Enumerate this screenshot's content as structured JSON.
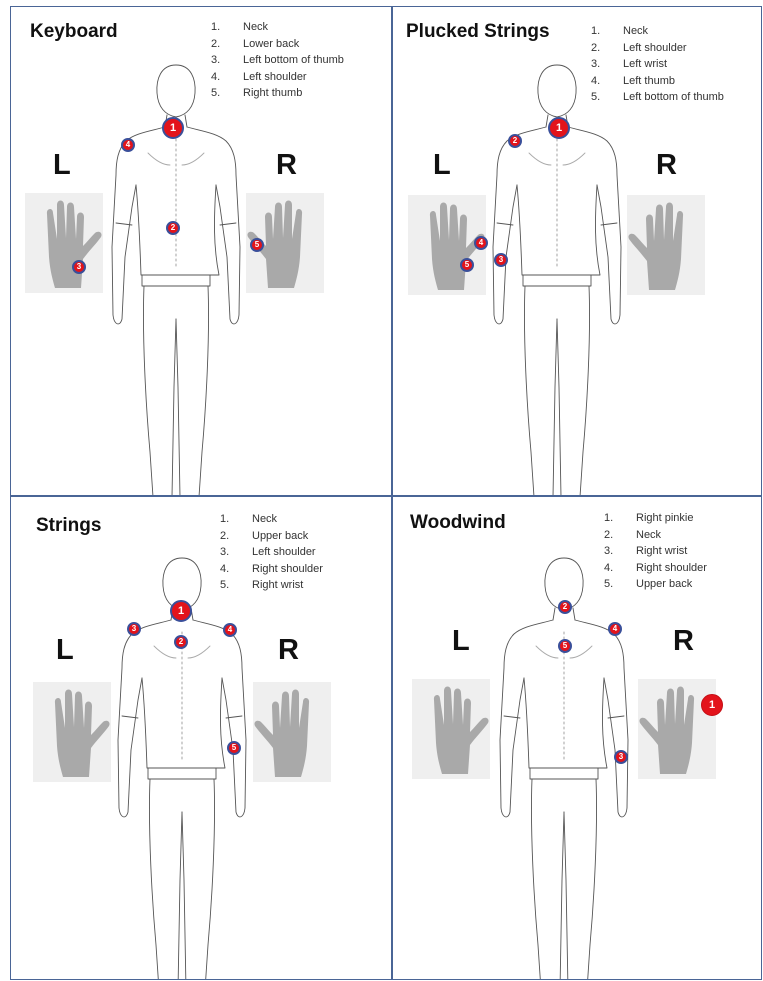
{
  "panels": [
    {
      "title": "Keyboard",
      "side_left": "L",
      "side_right": "R",
      "items": [
        {
          "num": "1.",
          "text": "Neck"
        },
        {
          "num": "2.",
          "text": "Lower back"
        },
        {
          "num": "3.",
          "text": "Left bottom of thumb"
        },
        {
          "num": "4.",
          "text": "Left shoulder"
        },
        {
          "num": "5.",
          "text": "Right thumb"
        }
      ],
      "markers": [
        "1",
        "2",
        "3",
        "4",
        "5"
      ]
    },
    {
      "title": "Plucked Strings",
      "side_left": "L",
      "side_right": "R",
      "items": [
        {
          "num": "1.",
          "text": "Neck"
        },
        {
          "num": "2.",
          "text": "Left shoulder"
        },
        {
          "num": "3.",
          "text": "Left wrist"
        },
        {
          "num": "4.",
          "text": "Left thumb"
        },
        {
          "num": "5.",
          "text": "Left bottom of thumb"
        }
      ],
      "markers": [
        "1",
        "2",
        "3",
        "4",
        "5"
      ]
    },
    {
      "title": "Strings",
      "side_left": "L",
      "side_right": "R",
      "items": [
        {
          "num": "1.",
          "text": "Neck"
        },
        {
          "num": "2.",
          "text": "Upper back"
        },
        {
          "num": "3.",
          "text": "Left shoulder"
        },
        {
          "num": "4.",
          "text": "Right shoulder"
        },
        {
          "num": "5.",
          "text": "Right wrist"
        }
      ],
      "markers": [
        "1",
        "2",
        "3",
        "4",
        "5"
      ]
    },
    {
      "title": "Woodwind",
      "side_left": "L",
      "side_right": "R",
      "items": [
        {
          "num": "1.",
          "text": "Right pinkie"
        },
        {
          "num": "2.",
          "text": "Neck"
        },
        {
          "num": "3.",
          "text": "Right wrist"
        },
        {
          "num": "4.",
          "text": "Right shoulder"
        },
        {
          "num": "5.",
          "text": "Upper back"
        }
      ],
      "markers": [
        "1",
        "2",
        "3",
        "4",
        "5"
      ]
    }
  ],
  "colors": {
    "marker_fill": "#e3131b",
    "marker_ring": "#3a4f9a",
    "panel_border": "#4a6596",
    "hand_fill": "#a9a9a9",
    "hand_bg": "#efefef"
  }
}
